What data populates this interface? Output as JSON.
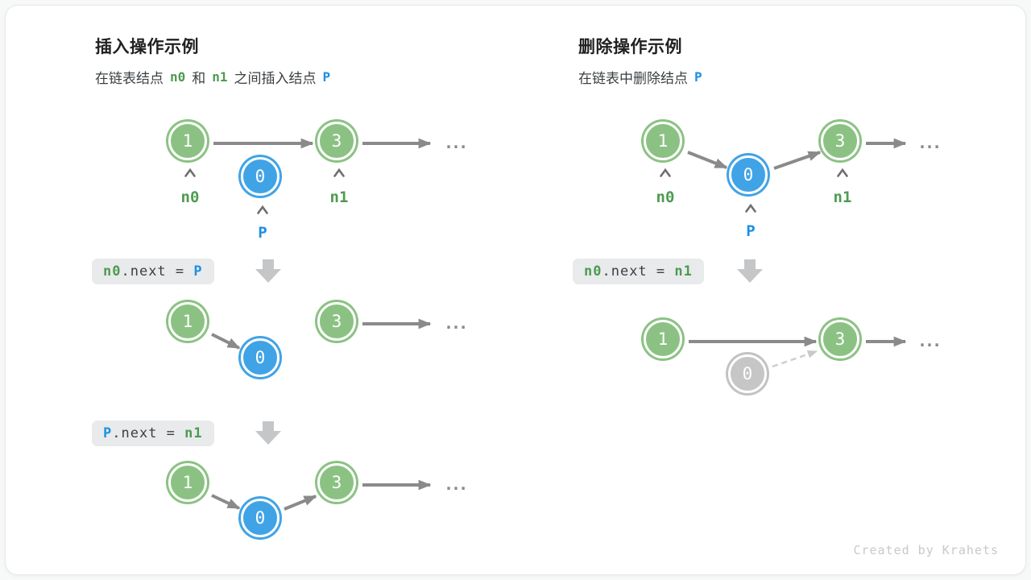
{
  "insertion": {
    "title": "插入操作示例",
    "subtitle": {
      "part1": "在链表结点",
      "token1": "n0",
      "part2": "和",
      "token2": "n1",
      "part3": "之间插入结点",
      "token3": "P"
    },
    "code_step1": {
      "lhs": "n0",
      "op": ".next = ",
      "rhs": "P"
    },
    "code_step2": {
      "lhs": "P",
      "op": ".next = ",
      "rhs": "n1"
    }
  },
  "deletion": {
    "title": "删除操作示例",
    "subtitle": {
      "part1": "在链表中删除结点",
      "token1": "P"
    },
    "code_step1": {
      "lhs": "n0",
      "op": ".next = ",
      "rhs": "n1"
    }
  },
  "nodes": {
    "value_1": "1",
    "value_0": "0",
    "value_3": "3"
  },
  "labels": {
    "n0": "n0",
    "n1": "n1",
    "p": "P"
  },
  "ellipsis": "...",
  "watermark": "Created by Krahets",
  "colors": {
    "green_node": "#8bc283",
    "blue_node": "#40a3e6",
    "gray_node": "#c6c6c6",
    "green_text": "#4d9b50",
    "blue_text": "#1e8fe4",
    "arrow_gray": "#8a8a8a",
    "dashed_gray": "#cdcdcd",
    "block_arrow": "#c4c6c8",
    "code_background": "#e9eaec",
    "title_text": "#212121"
  }
}
